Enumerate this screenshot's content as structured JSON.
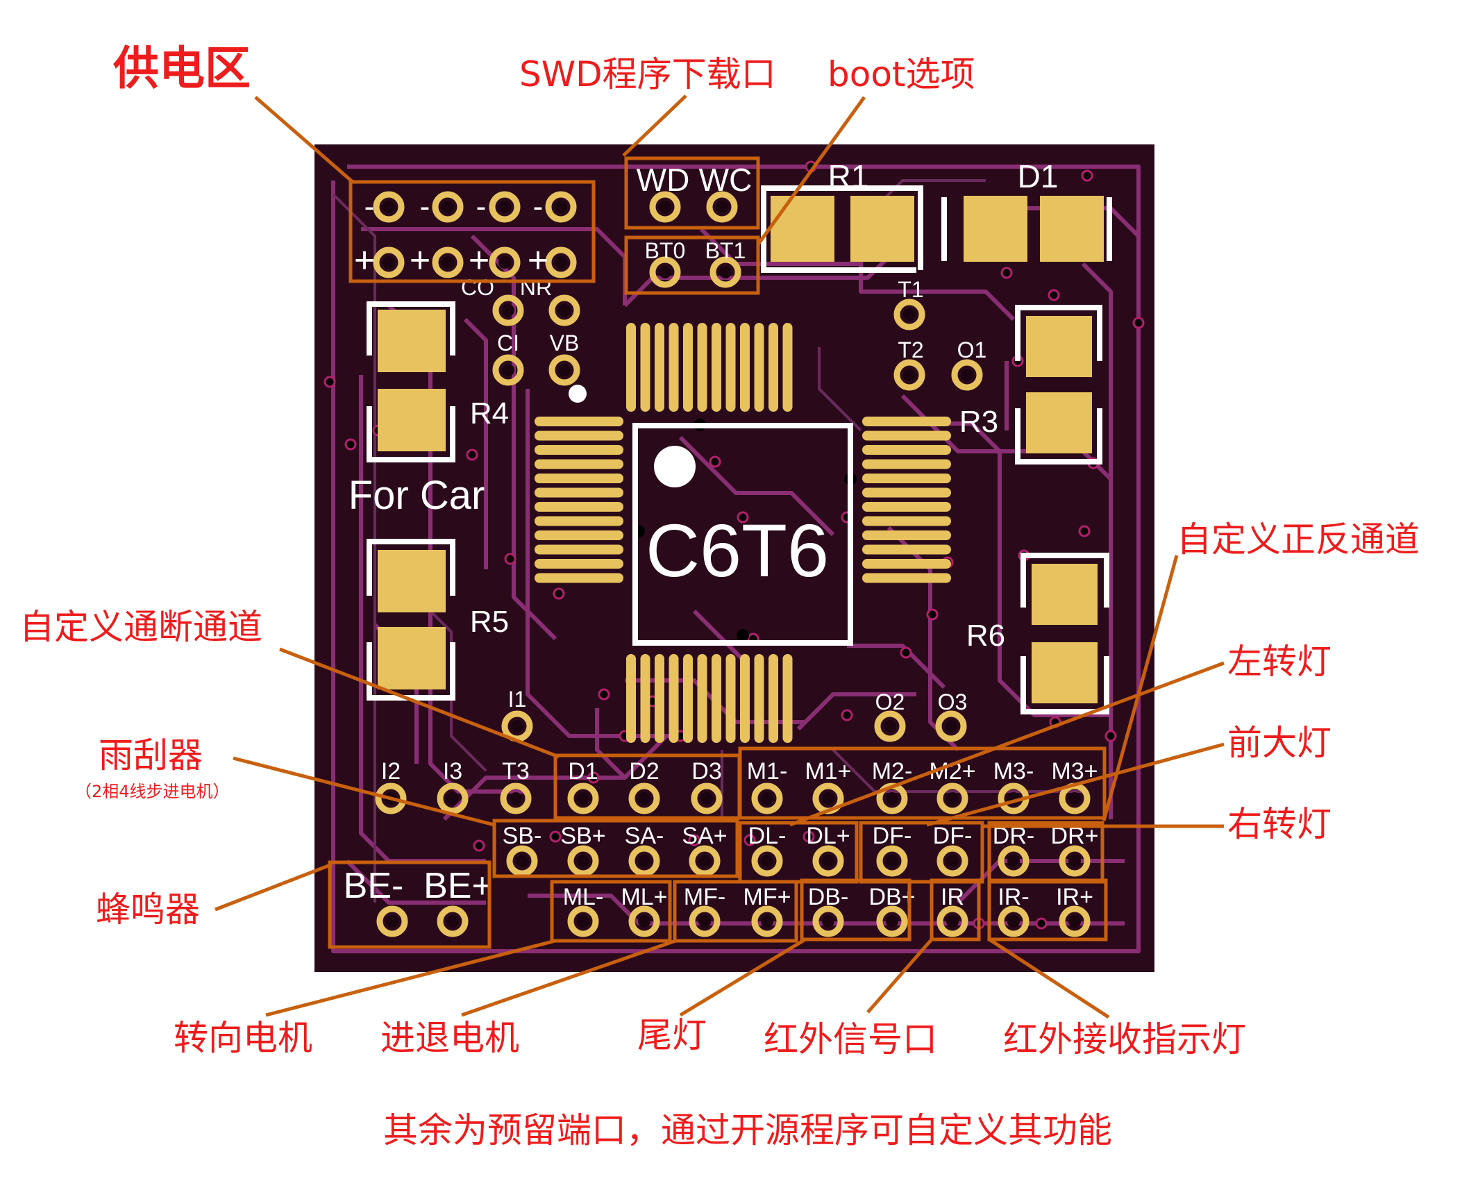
{
  "board": {
    "chip_label": "C6T6",
    "brand_text": "For Car",
    "silkscreen": {
      "top_minus_row": [
        "-",
        "-",
        "-",
        "-"
      ],
      "top_plus_row": [
        "+",
        "+",
        "+",
        "+"
      ],
      "swd": [
        "WD",
        "WC"
      ],
      "boot": [
        "BT0",
        "BT1"
      ],
      "co": "CO",
      "nr": "NR",
      "ci": "CI",
      "vb": "VB",
      "r1": "R1",
      "d1_top": "D1",
      "t1": "T1",
      "t2": "T2",
      "o1": "O1",
      "r3": "R3",
      "r4": "R4",
      "r5": "R5",
      "r6": "R6",
      "i1": "I1",
      "o2": "O2",
      "o3": "O3",
      "row1": [
        "I2",
        "I3",
        "T3",
        "D1",
        "D2",
        "D3",
        "M1-",
        "M1+",
        "M2-",
        "M2+",
        "M3-",
        "M3+"
      ],
      "row2": [
        "SB-",
        "SB+",
        "SA-",
        "SA+",
        "DL-",
        "DL+",
        "DF-",
        "DF-",
        "DR-",
        "DR+"
      ],
      "row3": [
        "ML-",
        "ML+",
        "MF-",
        "MF+",
        "DB-",
        "DB+",
        "IR",
        "IR-",
        "IR+"
      ],
      "be": [
        "BE-",
        "BE+"
      ]
    }
  },
  "annotations": {
    "power": "供电区",
    "swd": "SWD程序下载口",
    "boot": "boot选项",
    "custom_switch": "自定义通断通道",
    "wiper": "雨刮器",
    "wiper_note": "（2相4线步进电机）",
    "buzzer": "蜂鸣器",
    "custom_fwd_rev": "自定义正反通道",
    "left_turn": "左转灯",
    "headlight": "前大灯",
    "right_turn": "右转灯",
    "steering_motor": "转向电机",
    "drive_motor": "进退电机",
    "tail_light": "尾灯",
    "ir_port": "红外信号口",
    "ir_indicator": "红外接收指示灯",
    "footer": "其余为预留端口，通过开源程序可自定义其功能"
  },
  "colors": {
    "board": "#2a0a1a",
    "trace": "#8a2e74",
    "pad": "#e8c25e",
    "silk": "#ffffff",
    "label_red": "#ee1c1c",
    "leader": "#c8600e"
  }
}
